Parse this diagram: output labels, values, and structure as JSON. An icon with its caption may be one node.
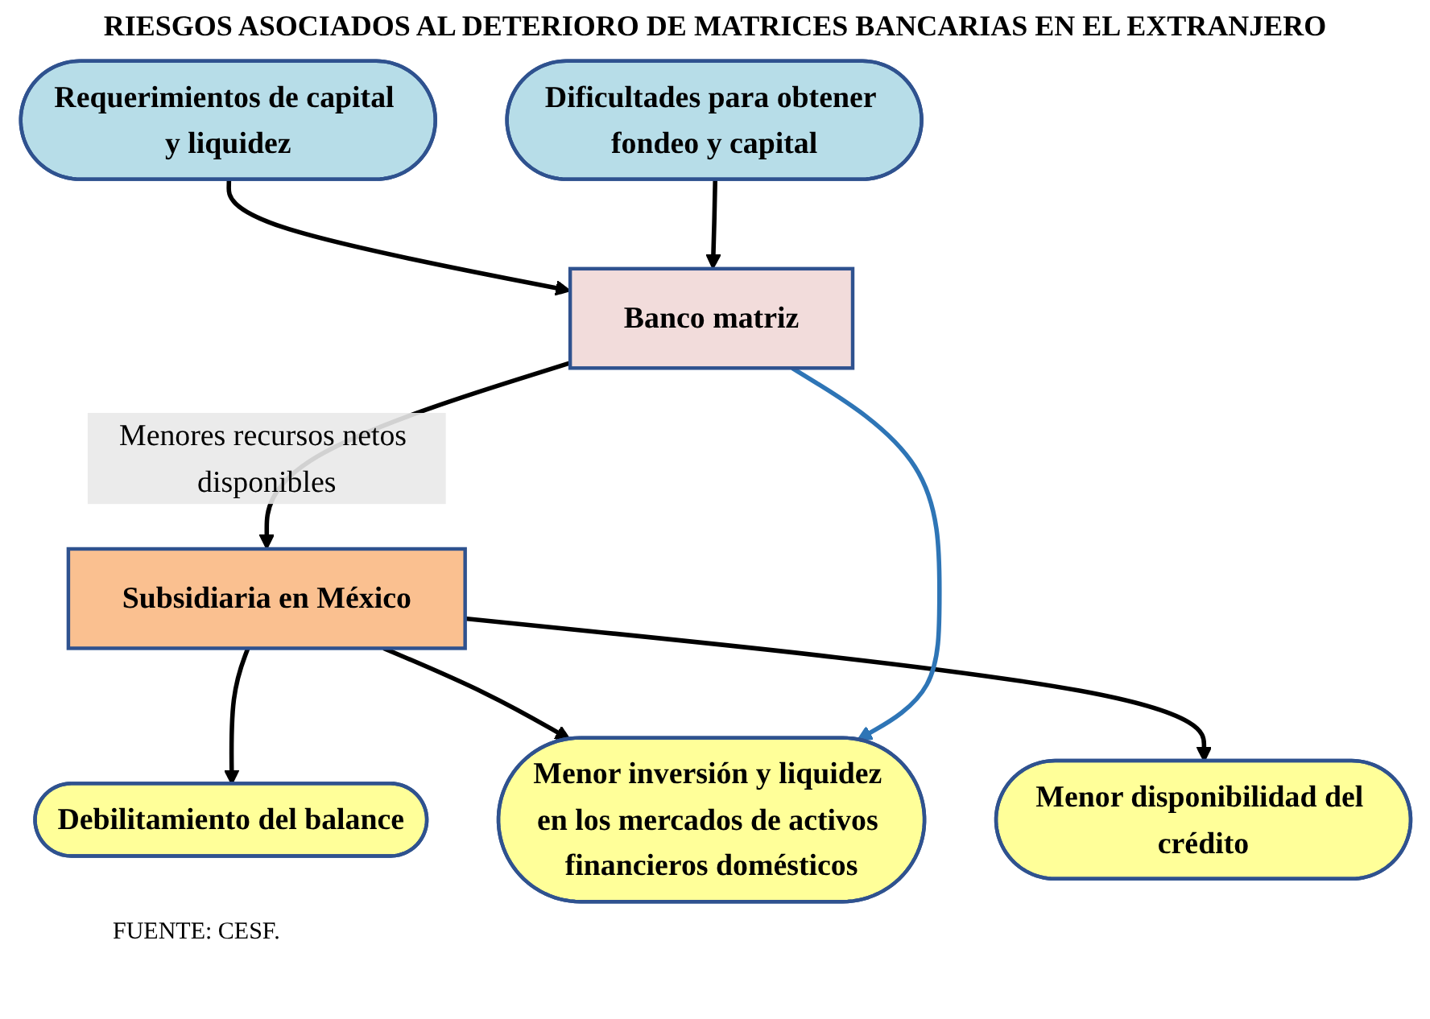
{
  "diagram": {
    "title": "RIESGOS ASOCIADOS AL DETERIORO DE MATRICES BANCARIAS EN EL EXTRANJERO",
    "caption": "FUENTE: CESF.",
    "nodes": [
      {
        "text": [
          "Requerimientos de capital y liquidez"
        ]
      },
      {
        "text": [
          "Banco matriz"
        ]
      },
      {
        "text": [
          "Dificultades para obtener fondeo y capital"
        ]
      },
      {
        "text": [
          "Subsidiaria en México"
        ]
      },
      {
        "text": [
          "Debilitamiento del balance"
        ]
      },
      {
        "text": [
          "Menor inversión y liquidez en los mercados de activos financieros domésticos"
        ]
      },
      {
        "text": [
          "Menor disponibilidad del crédito"
        ]
      }
    ],
    "edges": [
      {
        "from": 0,
        "to": 1,
        "arrow": "to"
      },
      {
        "from": 2,
        "to": 1,
        "arrow": "to"
      },
      {
        "from": 1,
        "to": 3,
        "arrow": "to",
        "label": "Menores recursos netos disponibles"
      },
      {
        "from": 3,
        "to": 4,
        "arrow": "to"
      },
      {
        "from": 3,
        "to": 5,
        "arrow": "to"
      },
      {
        "from": 3,
        "to": 6,
        "arrow": "to"
      },
      {
        "from": 1,
        "to": 5,
        "arrow": "to",
        "color": "#2e75b6"
      }
    ]
  }
}
